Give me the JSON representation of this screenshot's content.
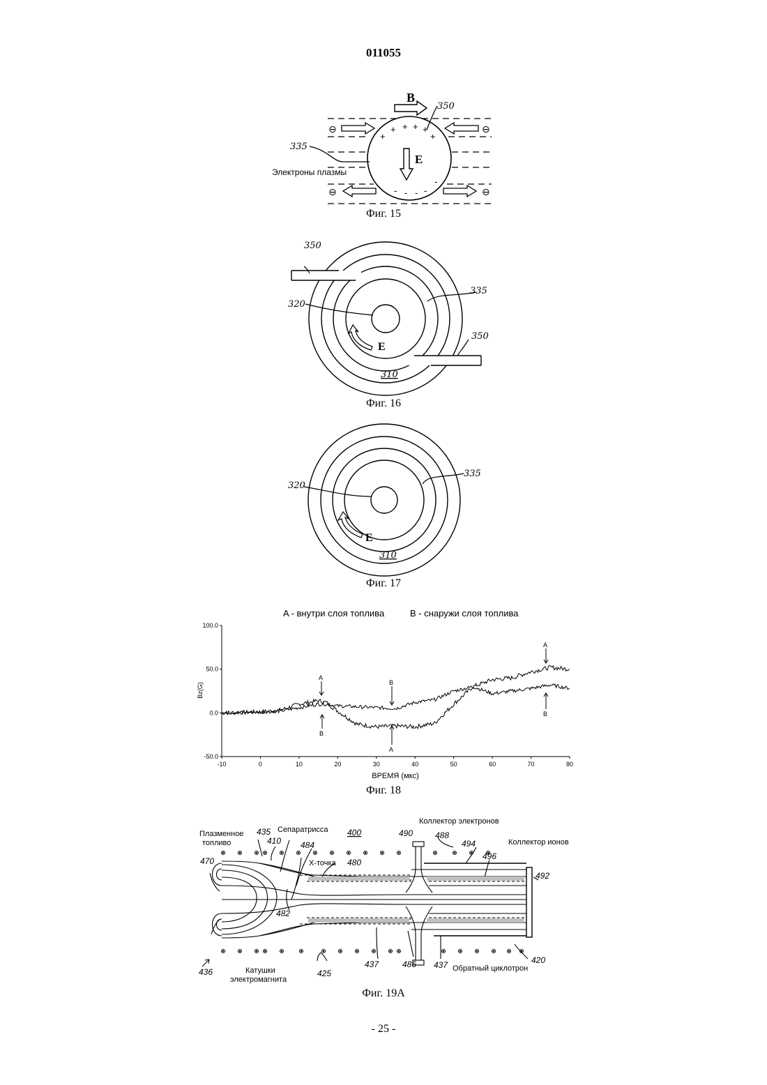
{
  "header": {
    "doc_number": "011055"
  },
  "fig15": {
    "caption": "Фиг. 15",
    "label_B": "B",
    "label_E": "E",
    "ref_350": "350",
    "ref_335": "335",
    "electrons_label": "Электроны плазмы",
    "minus": "⊖"
  },
  "fig16": {
    "caption": "Фиг. 16",
    "ref_350_top": "350",
    "ref_350_right": "350",
    "ref_320": "320",
    "ref_335": "335",
    "ref_310": "310",
    "label_E": "E"
  },
  "fig17": {
    "caption": "Фиг. 17",
    "ref_320": "320",
    "ref_335": "335",
    "ref_310": "310",
    "label_E": "E"
  },
  "fig18": {
    "caption": "Фиг. 18",
    "legend_A": "A - внутри слоя топлива",
    "legend_B": "B - снаружи слоя топлива",
    "point_labels": {
      "A": "A",
      "B": "B"
    }
  },
  "chart_data": {
    "type": "line",
    "xlabel": "ВРЕМЯ (мкс)",
    "ylabel": "Bz(G)",
    "xlim": [
      -10,
      80
    ],
    "ylim": [
      -50,
      100
    ],
    "x_ticks": [
      "-10",
      "0",
      "10",
      "20",
      "30",
      "40",
      "50",
      "60",
      "70",
      "80"
    ],
    "y_ticks": [
      "100.0",
      "50.0",
      "0.0",
      "-50.0"
    ],
    "series": [
      {
        "name": "A",
        "x": [
          -10,
          0,
          5,
          10,
          15,
          17,
          20,
          25,
          30,
          35,
          40,
          45,
          50,
          55,
          60,
          65,
          70,
          75,
          80
        ],
        "y": [
          0,
          1,
          3,
          10,
          14,
          12,
          2,
          -13,
          -16,
          -15,
          -16,
          -12,
          10,
          30,
          38,
          40,
          47,
          52,
          50
        ]
      },
      {
        "name": "B",
        "x": [
          -10,
          0,
          5,
          10,
          15,
          17,
          20,
          25,
          30,
          35,
          40,
          45,
          50,
          55,
          60,
          65,
          70,
          75,
          80
        ],
        "y": [
          0,
          1,
          2,
          6,
          10,
          10,
          8,
          7,
          6,
          5,
          12,
          15,
          25,
          30,
          22,
          25,
          28,
          32,
          28
        ]
      }
    ]
  },
  "fig19a": {
    "caption": "Фиг. 19А",
    "plasma_fuel_1": "Плазменное",
    "plasma_fuel_2": "топливо",
    "separatrix": "Сепаратрисса",
    "x_point": "Х-точка",
    "electron_collector": "Коллектор электронов",
    "ion_collector": "Коллектор ионов",
    "coils_1": "Катушки",
    "coils_2": "электромагнита",
    "reverse_cyclotron": "Обратный циклотрон",
    "refs": {
      "r470": "470",
      "r435": "435",
      "r410": "410",
      "r484": "484",
      "r480": "480",
      "r400": "400",
      "r490": "490",
      "r488": "488",
      "r494": "494",
      "r496": "496",
      "r492": "492",
      "r482": "482",
      "r436": "436",
      "r425": "425",
      "r437a": "437",
      "r486": "486",
      "r437b": "437",
      "r420": "420"
    }
  },
  "footer": {
    "page_number": "- 25 -"
  }
}
